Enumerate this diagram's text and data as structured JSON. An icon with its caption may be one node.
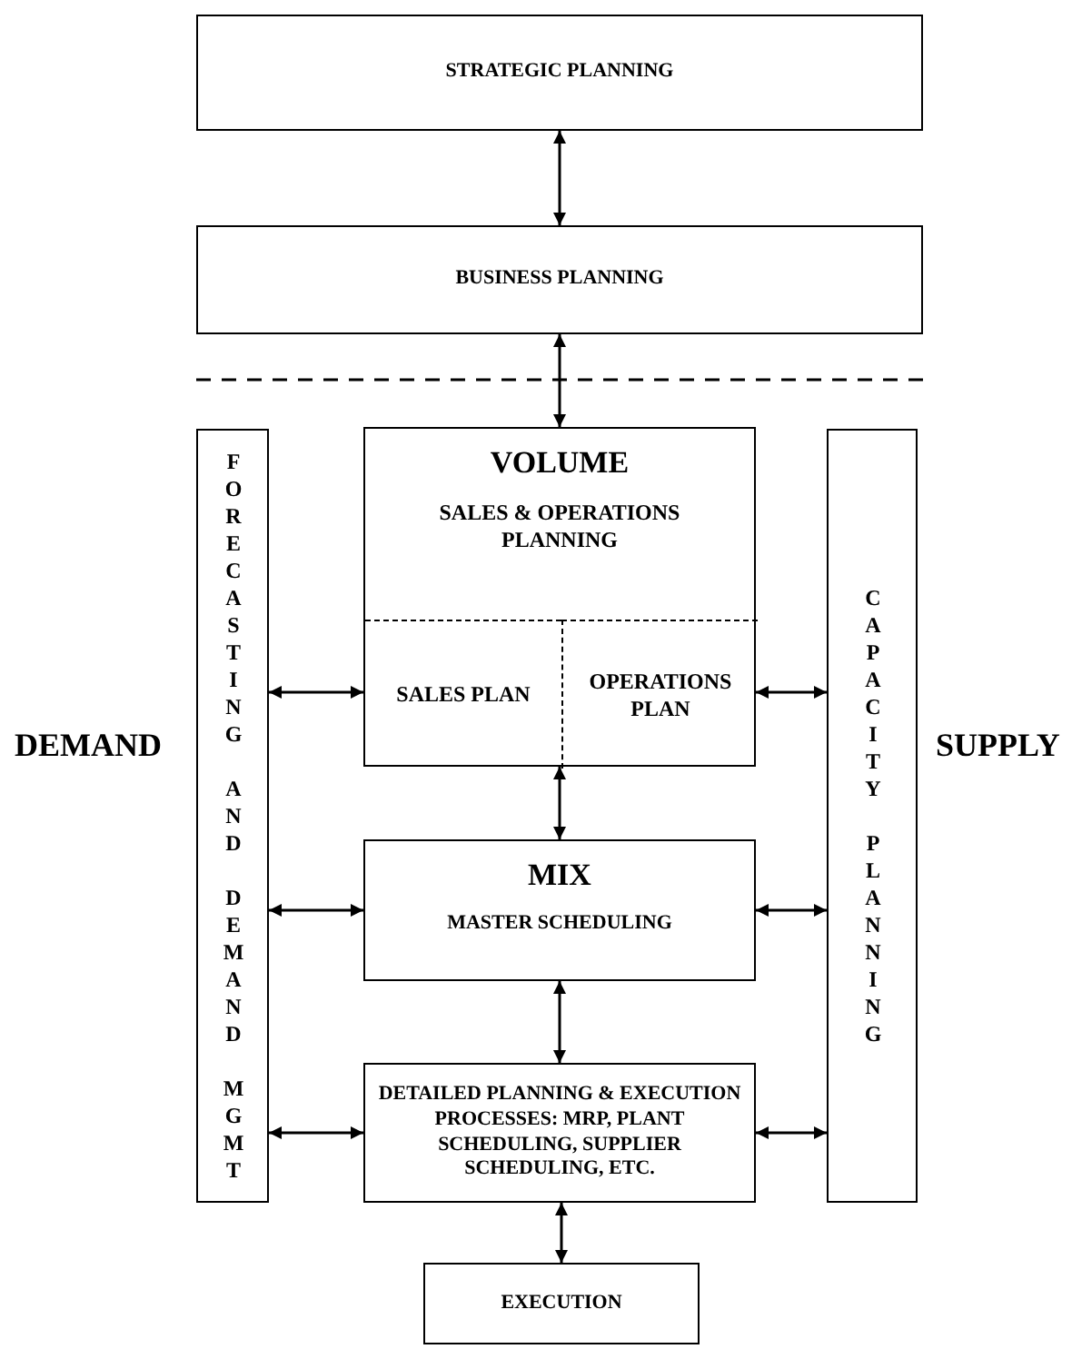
{
  "diagram": {
    "nodes": [
      {
        "text": [
          "STRATEGIC PLANNING"
        ]
      },
      {
        "text": [
          "BUSINESS PLANNING"
        ]
      },
      {
        "text": [
          "FORECASTING AND DEMAND MGMT"
        ]
      },
      {
        "text": [
          "VOLUME",
          "SALES & OPERATIONS PLANNING"
        ]
      },
      {
        "text": [
          "SALES PLAN"
        ],
        "in": 3
      },
      {
        "text": [
          "OPERATIONS PLAN"
        ],
        "in": 3
      },
      {
        "text": [
          "CAPACITY PLANNING"
        ]
      },
      {
        "text": [
          "MIX",
          "MASTER SCHEDULING"
        ]
      },
      {
        "text": [
          "DETAILED PLANNING & EXECUTION PROCESSES: MRP, PLANT SCHEDULING, SUPPLIER SCHEDULING, ETC."
        ]
      },
      {
        "text": [
          "EXECUTION"
        ]
      }
    ],
    "edges": [
      {
        "from": 0,
        "to": 1,
        "arrow": "both"
      },
      {
        "from": 1,
        "to": 3,
        "arrow": "both"
      },
      {
        "from": 2,
        "to": 4,
        "arrow": "both"
      },
      {
        "from": 5,
        "to": 6,
        "arrow": "both"
      },
      {
        "from": 3,
        "to": 7,
        "arrow": "both"
      },
      {
        "from": 2,
        "to": 7,
        "arrow": "both"
      },
      {
        "from": 7,
        "to": 6,
        "arrow": "both"
      },
      {
        "from": 7,
        "to": 8,
        "arrow": "both"
      },
      {
        "from": 2,
        "to": 8,
        "arrow": "both"
      },
      {
        "from": 8,
        "to": 6,
        "arrow": "both"
      },
      {
        "from": 8,
        "to": 9,
        "arrow": "both"
      }
    ],
    "labels": [
      "DEMAND",
      "SUPPLY"
    ]
  }
}
